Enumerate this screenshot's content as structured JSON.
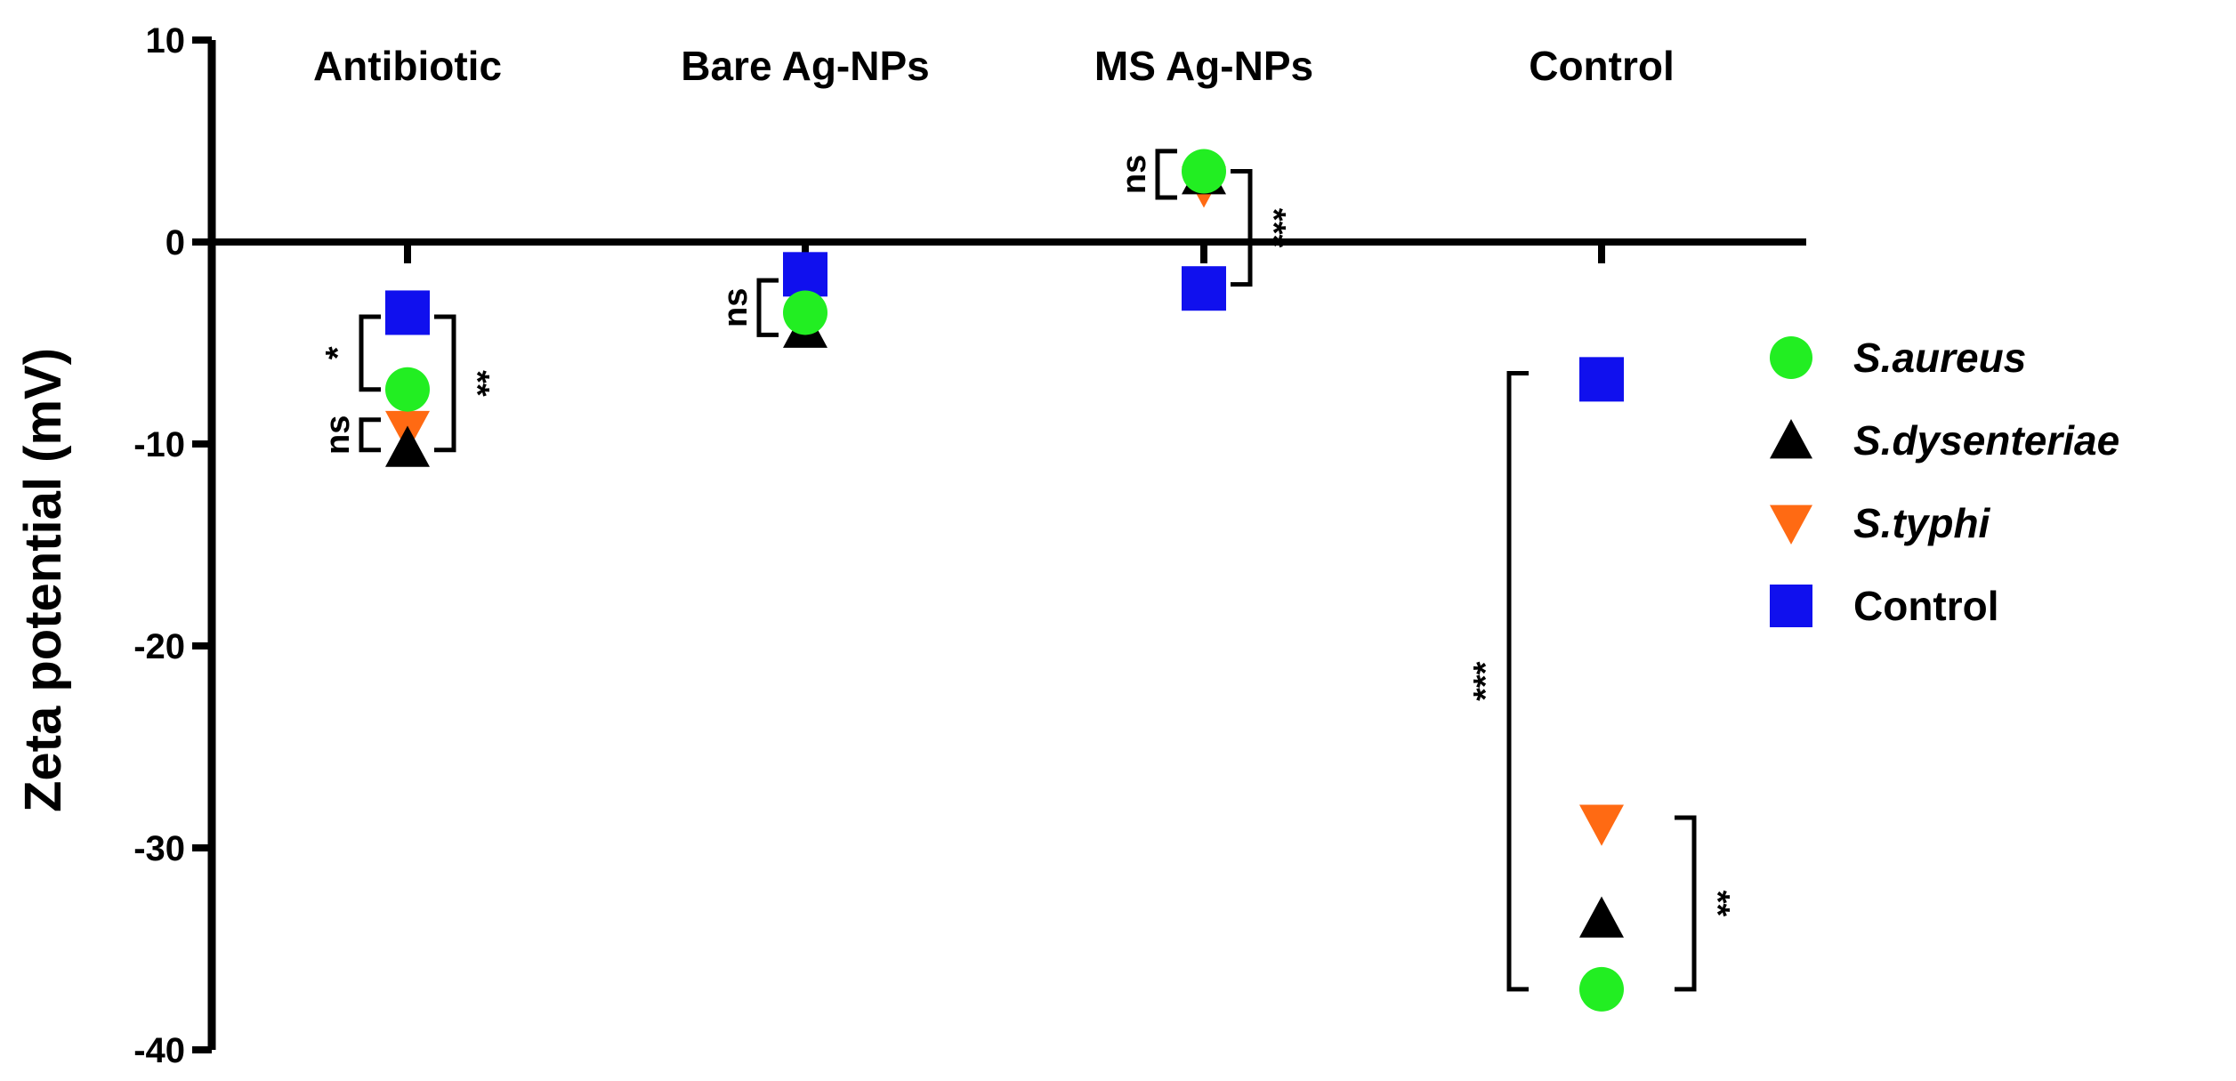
{
  "chart_data": {
    "type": "scatter",
    "title": "",
    "xlabel": "",
    "ylabel": "Zeta potential (mV)",
    "categories": [
      "Antibiotic",
      "Bare Ag-NPs",
      "MS Ag-NPs",
      "Control"
    ],
    "ylim": [
      -40,
      10
    ],
    "y_ticks": [
      "10",
      "0",
      "-10",
      "-20",
      "-30",
      "-40"
    ],
    "grid": false,
    "legend_position": "right",
    "series": [
      {
        "name": "S.aureus",
        "marker": "circle",
        "color": "#22ee22",
        "italic": true,
        "values": [
          -7.3,
          -3.5,
          3.5,
          -37.0
        ]
      },
      {
        "name": "S.dysenteriae",
        "marker": "triangle-up",
        "color": "#000000",
        "italic": true,
        "values": [
          -10.2,
          -4.3,
          3.3,
          -33.5
        ]
      },
      {
        "name": "S.typhi",
        "marker": "triangle-down",
        "color": "#ff6a13",
        "italic": true,
        "values": [
          -9.3,
          -2.6,
          2.8,
          -28.8
        ]
      },
      {
        "name": "Control",
        "marker": "square",
        "color": "#1010ee",
        "italic": false,
        "values": [
          -3.5,
          -1.6,
          -2.3,
          -6.8
        ]
      }
    ],
    "annotations": [
      {
        "category": 0,
        "y1": -3.7,
        "y2": -7.3,
        "side": "left",
        "level": 1,
        "label": "*"
      },
      {
        "category": 0,
        "y1": -8.8,
        "y2": -10.3,
        "side": "left",
        "level": 1,
        "label": "ns"
      },
      {
        "category": 0,
        "y1": -3.7,
        "y2": -10.3,
        "side": "right",
        "level": 1,
        "label": "**"
      },
      {
        "category": 1,
        "y1": -1.9,
        "y2": -4.6,
        "side": "left",
        "level": 1,
        "label": "ns"
      },
      {
        "category": 2,
        "y1": 4.5,
        "y2": 2.2,
        "side": "left",
        "level": 1,
        "label": "ns"
      },
      {
        "category": 2,
        "y1": 3.5,
        "y2": -2.1,
        "side": "right",
        "level": 1,
        "label": "***"
      },
      {
        "category": 3,
        "y1": -6.5,
        "y2": -37.0,
        "side": "left",
        "level": 2,
        "label": "***"
      },
      {
        "category": 3,
        "y1": -28.5,
        "y2": -37.0,
        "side": "right",
        "level": 2,
        "label": "**"
      }
    ]
  }
}
